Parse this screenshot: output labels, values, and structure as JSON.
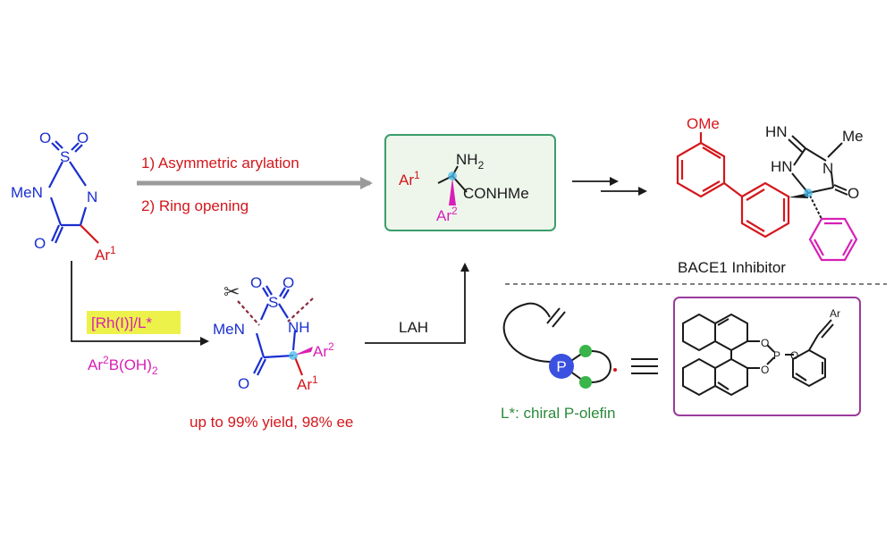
{
  "colors": {
    "blue": "#1a2fd0",
    "red": "#d4171c",
    "magenta": "#d81fb5",
    "green_box": "#3a9e6a",
    "box_fill": "#eef6ec",
    "purple_box": "#9a3a9a",
    "highlight": "#ecf24a",
    "arrow_gray": "#9a9a9a",
    "stereo_cyan": "#4ab9e8",
    "ring_green": "#39b54a",
    "p_blue": "#3a50e0"
  },
  "start": {
    "o1": "O",
    "o2": "O",
    "s": "S",
    "n_right": "N",
    "men": "MeN",
    "o_carbonyl": "O",
    "ar": "Ar",
    "ar_sup": "1"
  },
  "steps": {
    "step1": "1) Asymmetric arylation",
    "step2": "2) Ring opening"
  },
  "product": {
    "ar": "Ar",
    "ar_sup": "1",
    "nh": "NH",
    "nh_sub": "2",
    "conhme": "CONHMe",
    "ar2": "Ar",
    "ar2_sup": "2"
  },
  "target": {
    "ome": "OMe",
    "hn": "HN",
    "me": "Me",
    "n": "N",
    "hn_ring": "HN",
    "o": "O",
    "caption": "BACE1 Inhibitor"
  },
  "catalyst": {
    "label": "[Rh(I)]/L*",
    "reagent_main": "Ar",
    "reagent_sup": "2",
    "reagent_rest": "B(OH)",
    "reagent_sub": "2"
  },
  "intermediate": {
    "o1": "O",
    "o2": "O",
    "s": "S",
    "men": "MeN",
    "nh": "NH",
    "o": "O",
    "ar2": "Ar",
    "ar2_sup": "2",
    "ar1": "Ar",
    "ar1_sup": "1",
    "scissors": "✂",
    "yield": "up to 99% yield, 98% ee"
  },
  "reduction": {
    "reagent": "LAH"
  },
  "ligand": {
    "p": "P",
    "caption": "L*: chiral P-olefin",
    "o_upper": "O",
    "p_atom": "P",
    "o_lower": "O",
    "o_right": "O",
    "ar": "Ar"
  }
}
